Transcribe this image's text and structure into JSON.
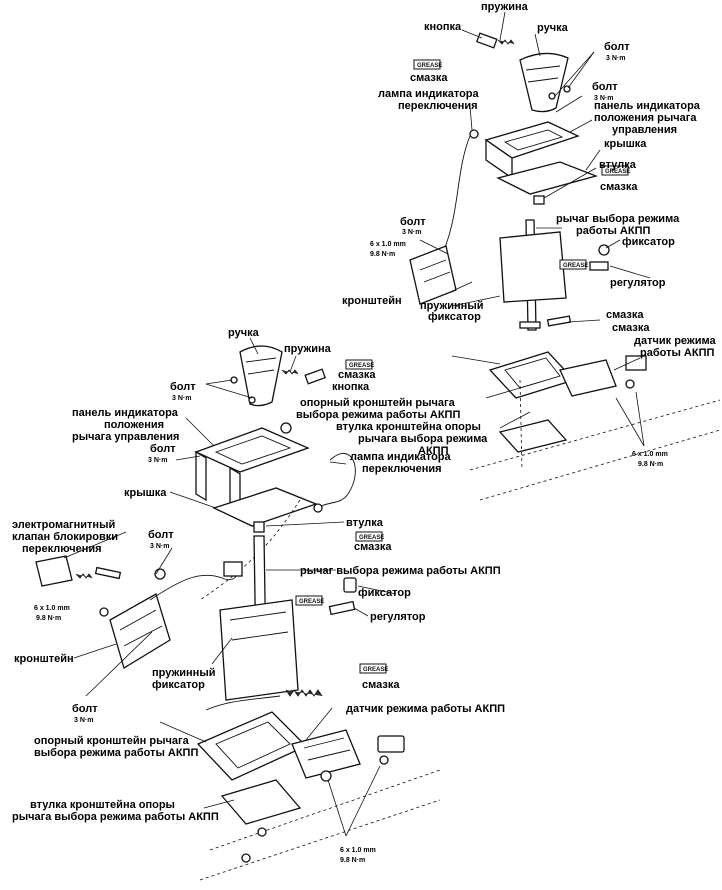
{
  "upper": {
    "spring": "пружина",
    "button": "кнопка",
    "handle": "ручка",
    "grease": "смазка",
    "bolt": "болт",
    "torque_3": "3 N·m",
    "lamp_l1": "лампа индикатора",
    "lamp_l2": "переключения",
    "panel_l1": "панель индикатора",
    "panel_l2": "положения рычага",
    "panel_l3": "управления",
    "cover": "крышка",
    "bushing": "втулка",
    "lever_l1": "рычаг выбора режима",
    "lever_l2": "работы АКПП",
    "clamp": "фиксатор",
    "size_6x1": "6 x 1.0 mm",
    "torque_98": "9.8 N·m",
    "adjuster": "регулятор",
    "bracket": "кронштейн",
    "spring_clamp_l1": "пружинный",
    "spring_clamp_l2": "фиксатор",
    "sensor_l1": "датчик режима",
    "sensor_l2": "работы АКПП",
    "support_l1": "опорный кронштейн рычага",
    "support_l2": "выбора режима работы АКПП",
    "sleeve_l1": "втулка кронштейна опоры",
    "sleeve_l2": "рычага выбора режима",
    "sleeve_l3": "АКПП"
  },
  "lower": {
    "handle": "ручка",
    "spring": "пружина",
    "grease": "смазка",
    "button": "кнопка",
    "bolt": "болт",
    "torque_3": "3 N·m",
    "panel_l1": "панель индикатора",
    "panel_l2": "положения",
    "panel_l3": "рычага управления",
    "lamp_l1": "лампа индикатора",
    "lamp_l2": "переключения",
    "cover": "крышка",
    "bushing": "втулка",
    "solenoid_l1": "электромагнитный",
    "solenoid_l2": "клапан блокировки",
    "solenoid_l3": "переключения",
    "lever": "рычаг выбора режима работы АКПП",
    "clamp": "фиксатор",
    "adjuster": "регулятор",
    "size_6x1": "6 x 1.0 mm",
    "torque_98": "9.8 N·m",
    "bracket": "кронштейн",
    "spring_clamp_l1": "пружинный",
    "spring_clamp_l2": "фиксатор",
    "sensor": "датчик режима работы АКПП",
    "support_l1": "опорный кронштейн рычага",
    "support_l2": "выбора режима работы АКПП",
    "sleeve_l1": "втулка кронштейна опоры",
    "sleeve_l2": "рычага выбора режима работы АКПП"
  },
  "grease_stamp": "GREASE"
}
